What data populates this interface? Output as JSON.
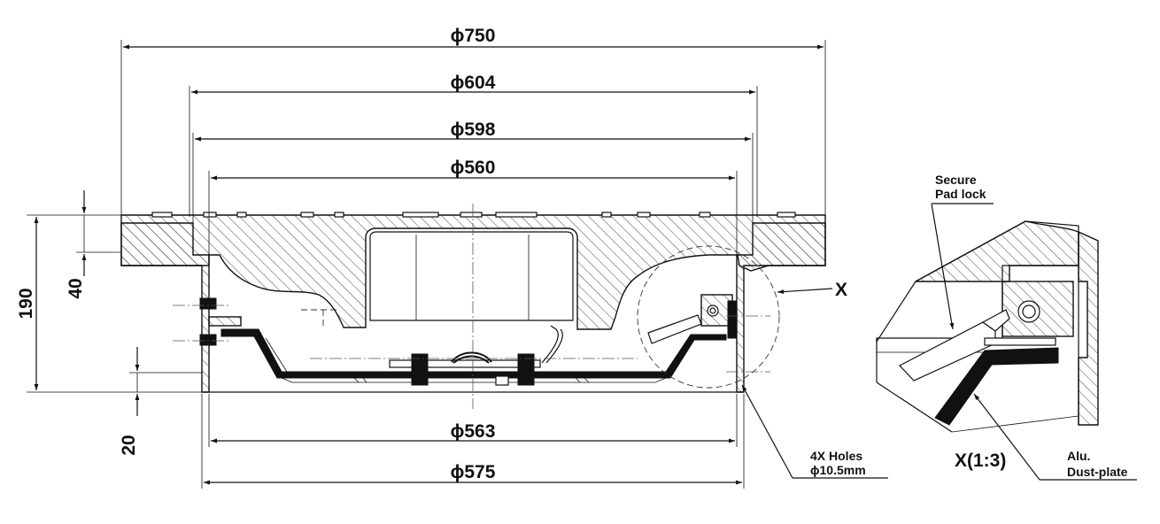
{
  "dimensions": {
    "d750": "ϕ750",
    "d604": "ϕ604",
    "d598": "ϕ598",
    "d560": "ϕ560",
    "d563": "ϕ563",
    "d575": "ϕ575",
    "h190": "190",
    "h40": "40",
    "h20": "20"
  },
  "detail": {
    "marker": "X",
    "title": "X(1:3)"
  },
  "labels": {
    "holes_line1": "4X Holes",
    "holes_line2": "ϕ10.5mm",
    "padlock_line1": "Secure",
    "padlock_line2": "Pad lock",
    "dustplate_line1": "Alu.",
    "dustplate_line2": "Dust-plate"
  }
}
